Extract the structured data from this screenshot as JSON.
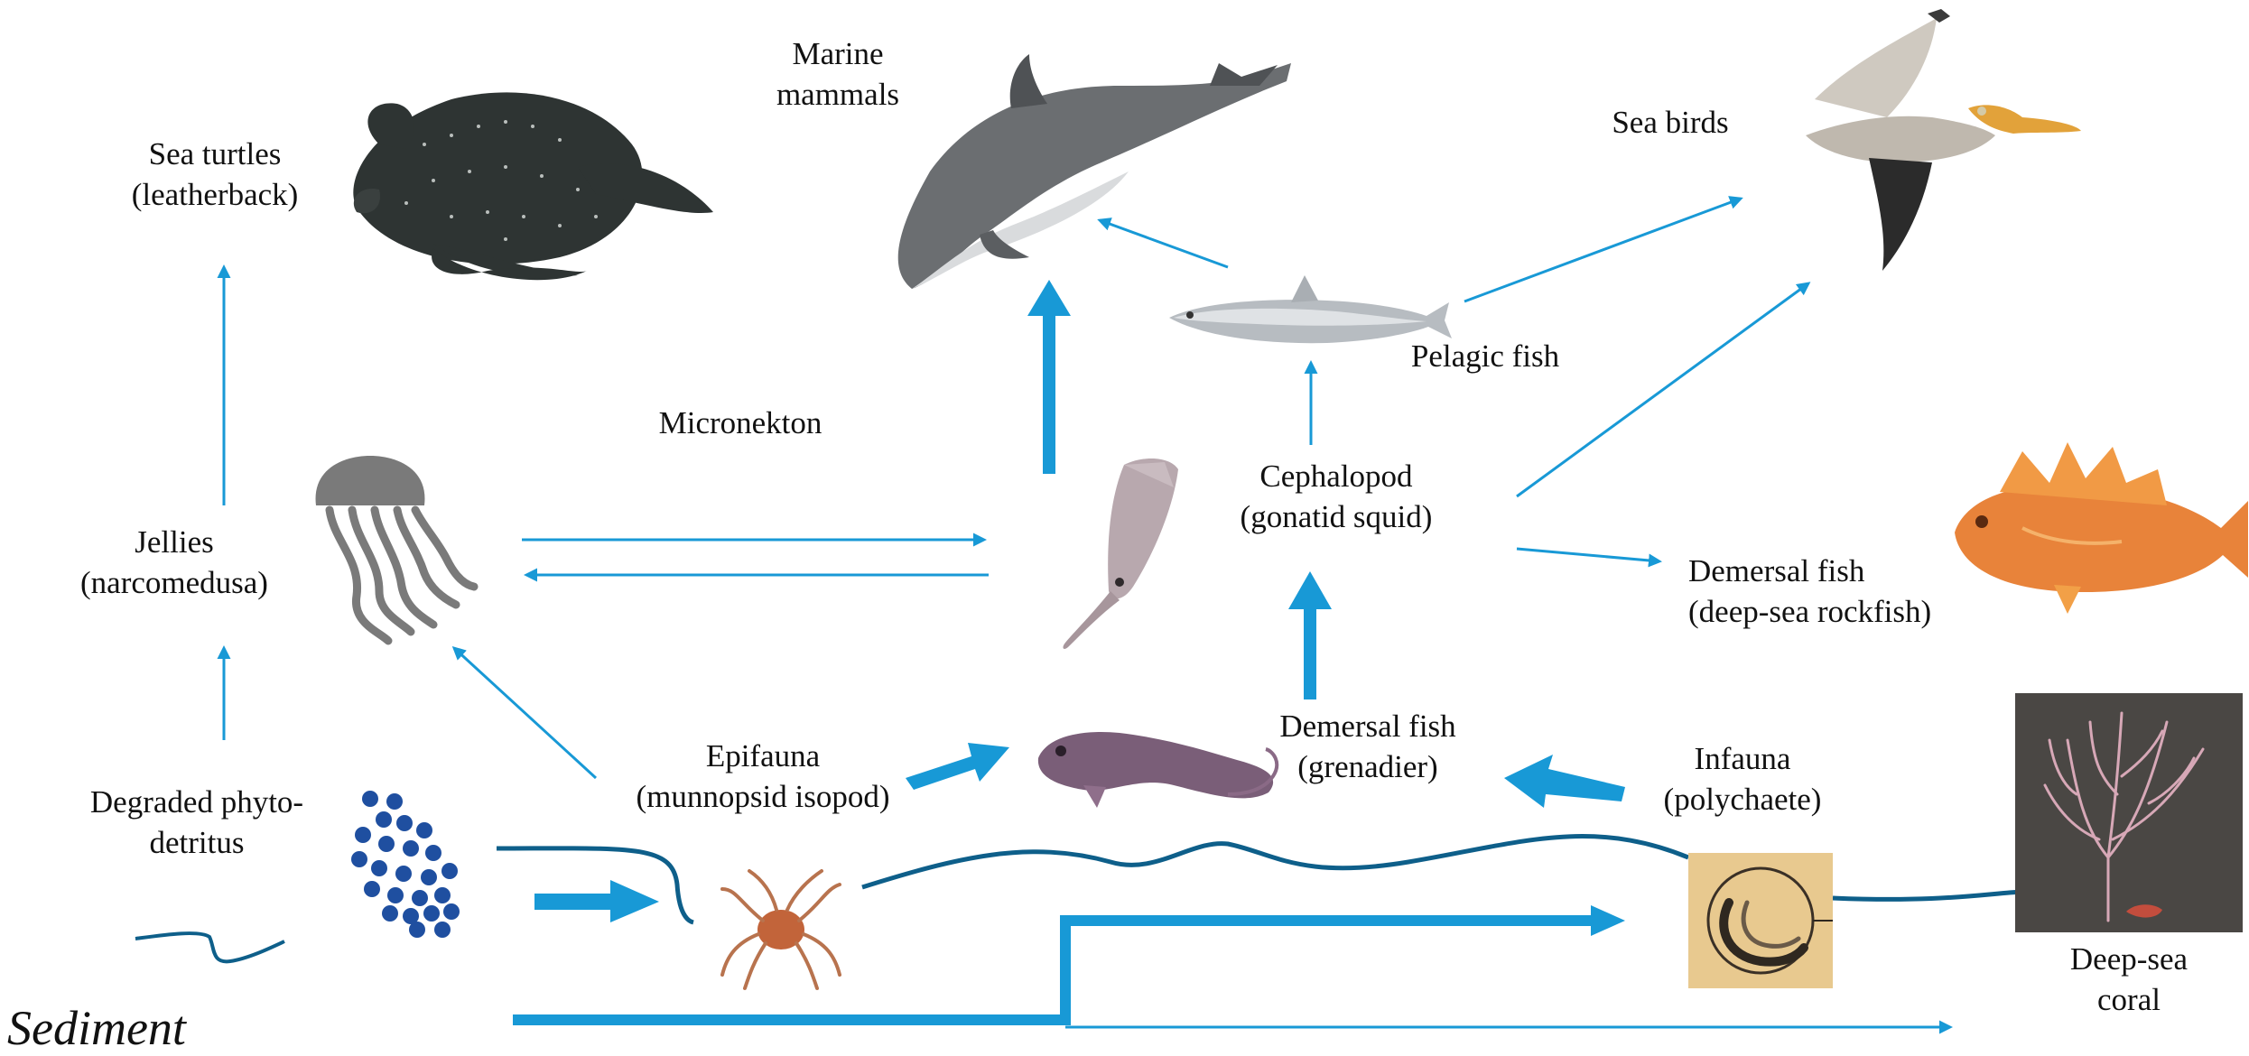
{
  "diagram": {
    "nodes": {
      "sea_turtles": {
        "line1": "Sea turtles",
        "line2": "(leatherback)"
      },
      "marine_mammals": {
        "line1": "Marine",
        "line2": "mammals"
      },
      "sea_birds": {
        "line1": "Sea birds"
      },
      "micronekton": {
        "line1": "Micronekton"
      },
      "pelagic_fish": {
        "line1": "Pelagic fish"
      },
      "cephalopod": {
        "line1": "Cephalopod",
        "line2": "(gonatid squid)"
      },
      "jellies": {
        "line1": "Jellies",
        "line2": "(narcomedusa)"
      },
      "demersal_rockfish": {
        "line1": "Demersal fish",
        "line2": "(deep-sea rockfish)"
      },
      "epifauna": {
        "line1": "Epifauna",
        "line2": "(munnopsid isopod)"
      },
      "demersal_grenadier": {
        "line1": "Demersal fish",
        "line2": "(grenadier)"
      },
      "infauna": {
        "line1": "Infauna",
        "line2": "(polychaete)"
      },
      "phytodetritus": {
        "line1": "Degraded phyto-",
        "line2": "detritus"
      },
      "deep_sea_coral": {
        "line1": "Deep-sea",
        "line2": "coral"
      }
    },
    "sediment_label": "Sediment",
    "colors": {
      "arrow": "#1899d6",
      "sediment_line": "#0e5f8a",
      "particles": "#1f4fa0"
    },
    "icons": [
      "sea-turtle-icon",
      "dolphin-icon",
      "pelican-icon",
      "anchovy-icon",
      "rockfish-icon",
      "jellyfish-icon",
      "squid-icon",
      "grenadier-icon",
      "crab-icon",
      "polychaete-icon",
      "coral-icon"
    ]
  }
}
